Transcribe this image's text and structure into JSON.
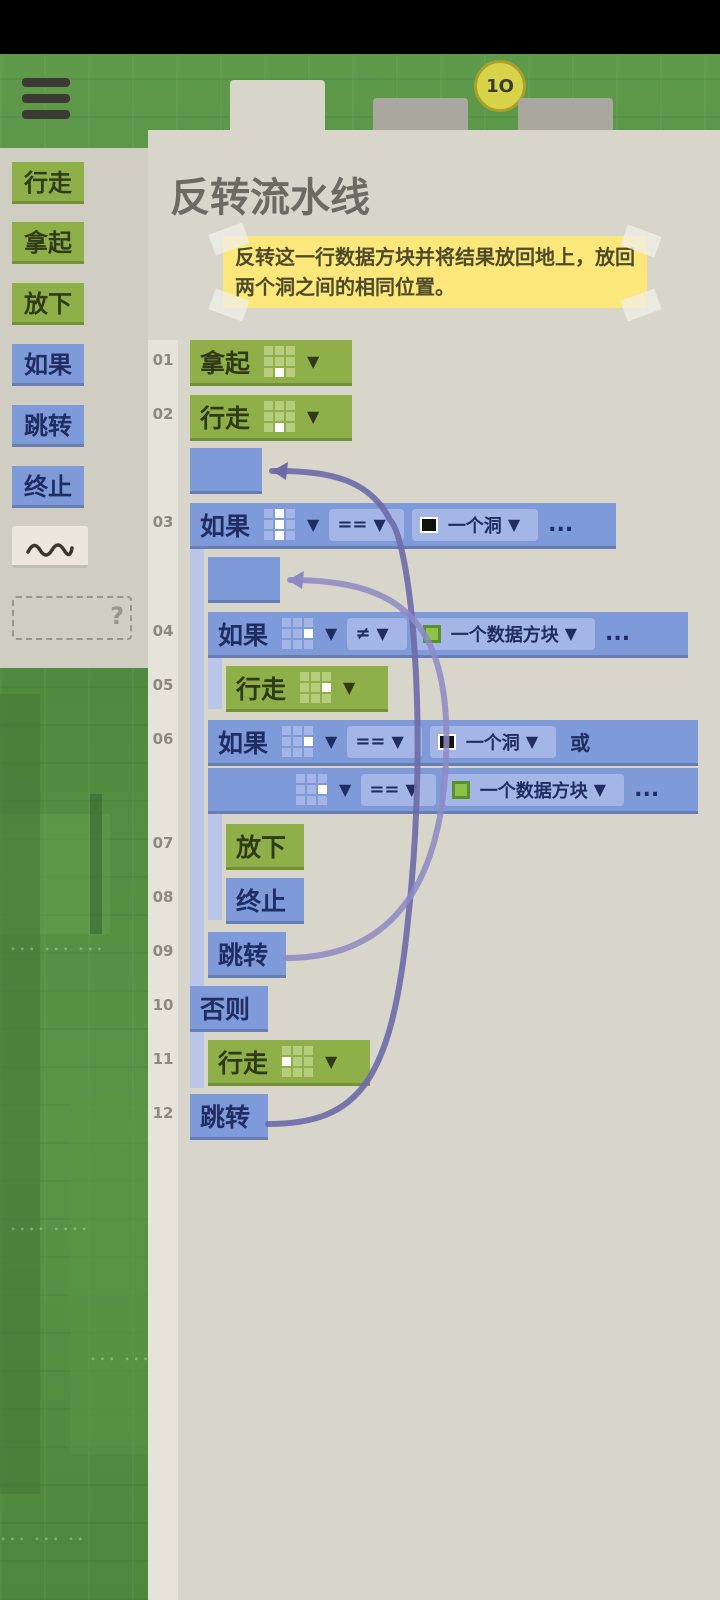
{
  "app": {
    "title": "反转流水线",
    "description": "反转这一行数据方块并将结果放回地上，放回两个洞之间的相同位置。",
    "logo_text": "1O"
  },
  "palette": [
    {
      "label": "行走",
      "color": "green"
    },
    {
      "label": "拿起",
      "color": "green"
    },
    {
      "label": "放下",
      "color": "green"
    },
    {
      "label": "如果",
      "color": "blue"
    },
    {
      "label": "跳转",
      "color": "blue"
    },
    {
      "label": "终止",
      "color": "blue"
    }
  ],
  "palette_unknown": "?",
  "line_numbers": [
    "01",
    "02",
    "03",
    "04",
    "05",
    "06",
    "07",
    "08",
    "09",
    "10",
    "11",
    "12"
  ],
  "program": {
    "l01": "拿起",
    "l02": "行走",
    "l03": {
      "kw": "如果",
      "op": "==",
      "target": "一个洞",
      "more": "..."
    },
    "l04": {
      "kw": "如果",
      "op": "≠",
      "target": "一个数据方块",
      "more": "..."
    },
    "l05": "行走",
    "l06": {
      "kw": "如果",
      "op": "==",
      "target": "一个洞",
      "join": "或"
    },
    "l06b": {
      "op": "==",
      "target": "一个数据方块",
      "more": "..."
    },
    "l07": "放下",
    "l08": "终止",
    "l09": "跳转",
    "l10": "否则",
    "l11": "行走",
    "l12": "跳转"
  },
  "colors": {
    "green_block": "#8fb049",
    "blue_block": "#7f9ad9",
    "arrow": "#6e6aa8",
    "note": "#fbe77a"
  }
}
